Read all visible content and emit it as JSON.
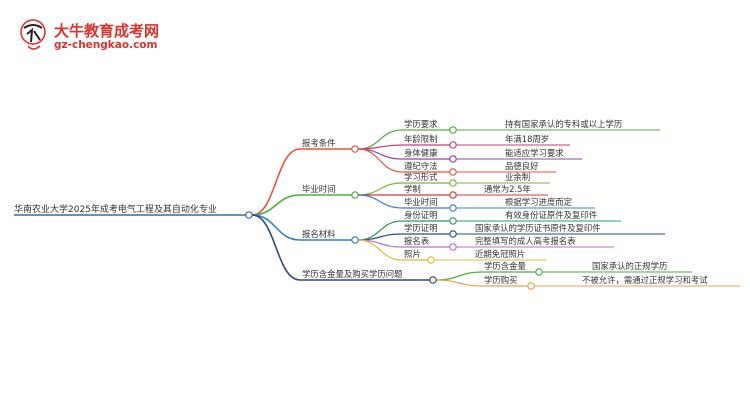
{
  "logo": {
    "title": "大牛教育成考网",
    "url": "gz-chengkao.com"
  },
  "mindmap": {
    "root": "华南农业大学2025年成考电气工程及其自动化专业",
    "branches": [
      {
        "label": "报考条件",
        "color": "#e8543f",
        "children": [
          {
            "label": "学历要求",
            "color": "#52ad3f",
            "detail": "持有国家承认的专科或以上学历"
          },
          {
            "label": "年龄限制",
            "color": "#c93f72",
            "detail": "年满18周岁"
          },
          {
            "label": "身体健康",
            "color": "#8e44ad",
            "detail": "能适应学习要求"
          },
          {
            "label": "遵纪守法",
            "color": "#e8543f",
            "detail": "品德良好"
          }
        ]
      },
      {
        "label": "毕业时间",
        "color": "#52ad3f",
        "children": [
          {
            "label": "学习形式",
            "color": "#7cb342",
            "detail": "业余制"
          },
          {
            "label": "学制",
            "color": "#d9363e",
            "detail": "通常为2.5年"
          },
          {
            "label": "毕业时间",
            "color": "#3b7ddd",
            "detail": "根据学习进度而定"
          }
        ]
      },
      {
        "label": "报名材料",
        "color": "#2e7dd1",
        "children": [
          {
            "label": "身份证明",
            "color": "#2e9a5f",
            "detail": "有效身份证原件及复印件"
          },
          {
            "label": "学历证明",
            "color": "#2e4a8a",
            "detail": "国家承认的学历证书原件及复印件"
          },
          {
            "label": "报名表",
            "color": "#c56cc9",
            "detail": "完整填写的成人高考报名表"
          },
          {
            "label": "照片",
            "color": "#e0b93a",
            "detail": "近期免冠照片"
          }
        ]
      },
      {
        "label": "学历含金量及购买学历问题",
        "color": "#2e4a8a",
        "children": [
          {
            "label": "学历含金量",
            "color": "#52ad3f",
            "detail": "国家承认的正规学历"
          },
          {
            "label": "学历购买",
            "color": "#f0a04b",
            "detail": "不被允许，需通过正规学习和考试"
          }
        ]
      }
    ]
  }
}
